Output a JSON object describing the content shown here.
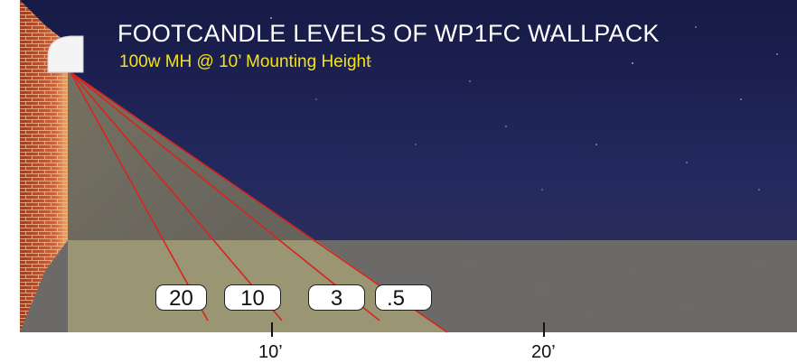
{
  "title": "FOOTCANDLE LEVELS OF WP1FC WALLPACK",
  "subtitle": "100w MH @ 10’ Mounting Height",
  "footcandle_levels": [
    {
      "value": "20"
    },
    {
      "value": "10"
    },
    {
      "value": "3"
    },
    {
      "value": ".5"
    }
  ],
  "distance_marks": [
    {
      "label": "10’"
    },
    {
      "label": "20’"
    }
  ],
  "colors": {
    "sky": "#1c1f4e",
    "ground_lit": "#9a9572",
    "ground_dark": "#6b6a68",
    "beam_lines": "#d9231f",
    "brick": "#b8432b",
    "title_text": "#ffffff",
    "subtitle_text": "#f5e31a"
  },
  "icons": {
    "fixture": "wallpack-light-icon"
  }
}
